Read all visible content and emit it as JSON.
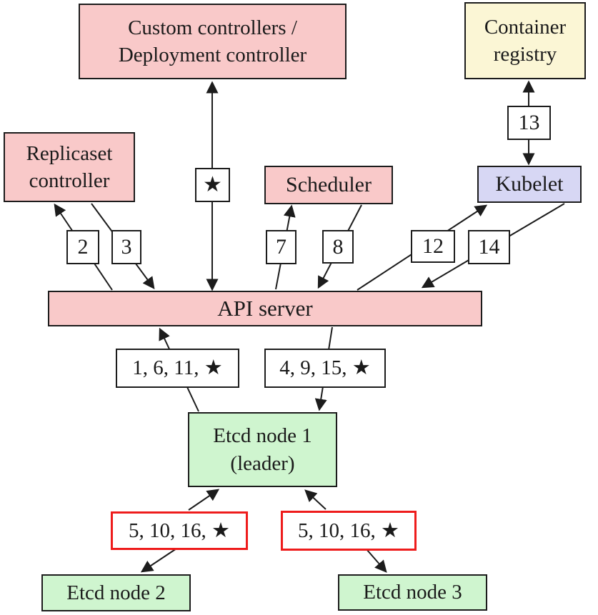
{
  "colors": {
    "controller_fill": "#f9c9c9",
    "registry_fill": "#fbf6d5",
    "kubelet_fill": "#d7d7f4",
    "etcd_fill": "#cff5cf",
    "step_fill": "#ffffff",
    "highlight_border": "#ee1c1c",
    "line": "#1c1c1c"
  },
  "nodes": {
    "custom_controllers": {
      "lines": [
        "Custom controllers /",
        "Deployment controller"
      ]
    },
    "container_registry": {
      "lines": [
        "Container",
        "registry"
      ]
    },
    "replicaset_controller": {
      "lines": [
        "Replicaset",
        "controller"
      ]
    },
    "scheduler": {
      "label": "Scheduler"
    },
    "kubelet": {
      "label": "Kubelet"
    },
    "api_server": {
      "label": "API server"
    },
    "etcd_node_1": {
      "lines": [
        "Etcd node 1",
        "(leader)"
      ]
    },
    "etcd_node_2": {
      "label": "Etcd node 2"
    },
    "etcd_node_3": {
      "label": "Etcd node 3"
    }
  },
  "steps": {
    "star": "★",
    "s2": "2",
    "s3": "3",
    "s7": "7",
    "s8": "8",
    "s12": "12",
    "s13": "13",
    "s14": "14",
    "api_etcd_read": "1, 6, 11, ★",
    "api_etcd_write": "4, 9, 15, ★",
    "raft_left": "5, 10, 16, ★",
    "raft_right": "5, 10, 16, ★"
  },
  "edges": [
    {
      "between": [
        "api_server",
        "custom_controllers"
      ],
      "via": "★",
      "bidirectional": true
    },
    {
      "from": "api_server",
      "to": "replicaset_controller",
      "via": "2"
    },
    {
      "from": "replicaset_controller",
      "to": "api_server",
      "via": "3"
    },
    {
      "from": "api_server",
      "to": "scheduler",
      "via": "7"
    },
    {
      "from": "scheduler",
      "to": "api_server",
      "via": "8"
    },
    {
      "from": "api_server",
      "to": "kubelet",
      "via": "12"
    },
    {
      "from": "kubelet",
      "to": "api_server",
      "via": "14"
    },
    {
      "between": [
        "kubelet",
        "container_registry"
      ],
      "via": "13",
      "bidirectional": true
    },
    {
      "from": "etcd_node_1",
      "to": "api_server",
      "via": "1, 6, 11, ★"
    },
    {
      "from": "api_server",
      "to": "etcd_node_1",
      "via": "4, 9, 15, ★"
    },
    {
      "between": [
        "etcd_node_1",
        "etcd_node_2"
      ],
      "via": "5, 10, 16, ★",
      "bidirectional": true
    },
    {
      "between": [
        "etcd_node_1",
        "etcd_node_3"
      ],
      "via": "5, 10, 16, ★",
      "bidirectional": true
    }
  ]
}
